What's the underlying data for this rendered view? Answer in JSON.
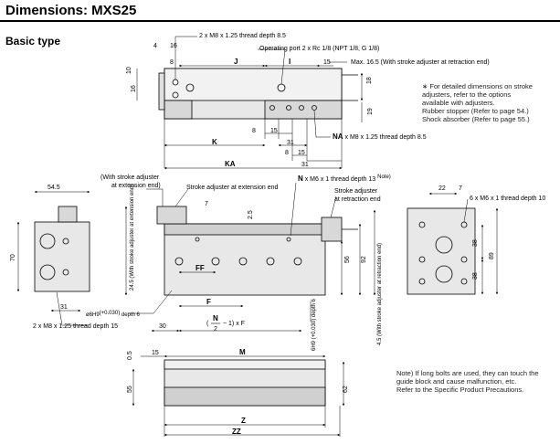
{
  "header": {
    "title": "Dimensions: MXS25"
  },
  "section_title": "Basic type",
  "notes": {
    "options_lines": [
      "∗ For detailed dimensions on stroke",
      "   adjusters, refer to the options",
      "   available with adjusters.",
      "   Rubber stopper (Refer to page 54.)",
      "   Shock absorber (Refer to page 55.)"
    ],
    "bolts_lines": [
      "Note) If long bolts are used, they can touch the",
      "          guide block and cause malfunction, etc.",
      "          Refer to the Specific Product Precautions."
    ]
  },
  "top_view": {
    "thread_callout": "2 x M8 x 1.25 thread depth 8.5",
    "port_callout": "Operating port 2 x Rc 1/8 (NPT 1/8, G 1/8)",
    "max_callout": "Max. 16.5 (With stroke adjuster at retraction end)",
    "na_label": "NA",
    "na_callout": " x M8 x 1.25 thread depth 8.5",
    "dims": {
      "d4": "4",
      "d16a": "16",
      "d10": "10",
      "d8a": "8",
      "J": "J",
      "I": "I",
      "d15a": "15",
      "d16b": "16",
      "d18": "18",
      "d19": "19",
      "d8b": "8",
      "d15b": "15",
      "d31a": "31",
      "K": "K",
      "d8c": "8",
      "d15c": "15",
      "KA": "KA",
      "d31b": "31"
    }
  },
  "front_view": {
    "with_adj_ext_1": "(With stroke adjuster",
    "with_adj_ext_2": "at extension end)",
    "adjuster_ext": "Stroke adjuster at extension end",
    "n_label": "N",
    "n_callout": " x M6 x 1 thread depth 13",
    "note_sup": "Note)",
    "adjuster_ret_1": "Stroke adjuster",
    "adjuster_ret_2": "at retraction end",
    "pin_callout": "ø6H9",
    "pin_tol": "(+0.030)",
    "pin_depth": " depth 6",
    "thread_bottom": "2 x M8 x 1.25 thread depth 15",
    "depth6": "6H9 (+0.030) depth 6",
    "ret_adj_vert": "4.5 (With stroke adjuster at retraction end)",
    "ext_adj_vert": "24.5 (With stroke adjuster at extension end)",
    "formula_n": "N",
    "formula_2": "2",
    "formula_rest": "− 1) x F",
    "dims": {
      "d54_5": "54.5",
      "d70": "70",
      "d31c": "31",
      "d7": "7",
      "d2_5": "2.5",
      "FF": "FF",
      "F": "F",
      "d30": "30",
      "d56": "56",
      "d92": "92"
    }
  },
  "side_view": {
    "callout": "6 x M6 x 1 thread depth 10",
    "dims": {
      "d22": "22",
      "d7": "7",
      "d38a": "38",
      "d38b": "38",
      "d89": "89"
    }
  },
  "bottom_view": {
    "dims": {
      "d0_5": "0.5",
      "d15": "15",
      "M": "M",
      "d55": "55",
      "d62": "62",
      "Z": "Z",
      "ZZ": "ZZ"
    }
  },
  "colors": {
    "body_fill": "#e8e8e8",
    "body_dark": "#c8c8c8",
    "line": "#000000",
    "rule": "#000000"
  }
}
